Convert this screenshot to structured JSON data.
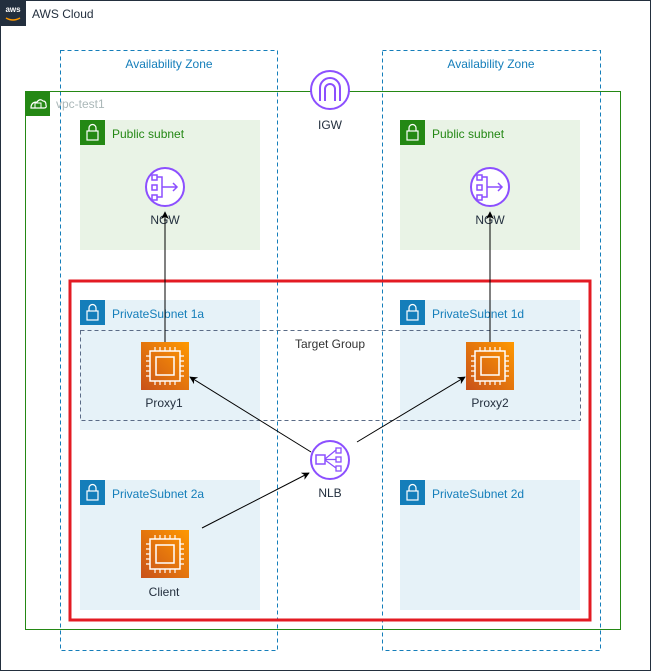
{
  "cloud": {
    "label": "AWS Cloud",
    "icon": "aws-cloud-icon"
  },
  "availability_zones": [
    {
      "label": "Availability Zone"
    },
    {
      "label": "Availability Zone"
    }
  ],
  "vpc": {
    "label": "vpc-test1",
    "icon": "vpc-lock-icon"
  },
  "igw": {
    "label": "IGW",
    "icon": "internet-gateway-icon"
  },
  "target_group": {
    "label": "Target Group"
  },
  "subnets": [
    {
      "label": "Public subnet"
    },
    {
      "label": "Public subnet"
    },
    {
      "label": "PrivateSubnet 1a"
    },
    {
      "label": "PrivateSubnet 1d"
    },
    {
      "label": "PrivateSubnet 2a"
    },
    {
      "label": "PrivateSubnet 2d"
    }
  ],
  "nodes": [
    {
      "label": "NGW",
      "icon": "nat-gateway-icon"
    },
    {
      "label": "NGW",
      "icon": "nat-gateway-icon"
    },
    {
      "label": "Proxy1",
      "icon": "ec2-instance-icon"
    },
    {
      "label": "Proxy2",
      "icon": "ec2-instance-icon"
    },
    {
      "label": "NLB",
      "icon": "network-load-balancer-icon"
    },
    {
      "label": "Client",
      "icon": "ec2-instance-icon"
    }
  ],
  "colors": {
    "public_subnet_fill": "#e9f3e6",
    "public_subnet_text": "#248814",
    "private_subnet_fill": "#e6f2f8",
    "private_subnet_text": "#147eba",
    "vpc_border": "#248814",
    "az_border": "#147eba",
    "highlight_border": "#e31b23",
    "purple": "#8c4fff",
    "ec2_orange": "#ed7100"
  }
}
